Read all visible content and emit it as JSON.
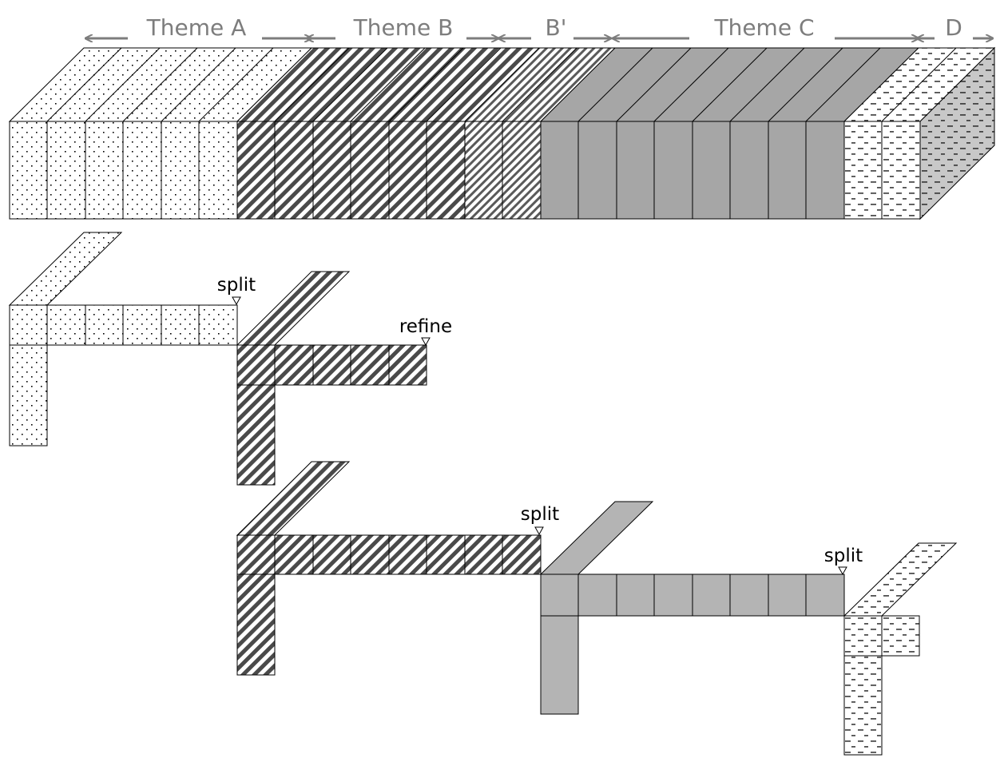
{
  "header": {
    "themes": [
      {
        "key": "a",
        "label": "Theme A",
        "pattern": "dots"
      },
      {
        "key": "b",
        "label": "Theme B",
        "pattern": "diag"
      },
      {
        "key": "bp",
        "label": "B'",
        "pattern": "diag-fine"
      },
      {
        "key": "c",
        "label": "Theme C",
        "pattern": "solid"
      },
      {
        "key": "d",
        "label": "D",
        "pattern": "dashes"
      }
    ]
  },
  "annotations": {
    "split_1": "split",
    "refine": "refine",
    "split_2": "split",
    "split_3": "split"
  },
  "colors": {
    "arrow_gray": "#7d7d7d",
    "theme_c_front": "#a6a6a6",
    "theme_c_top": "#b4b4b4",
    "stripe_dark": "#4a4a4a",
    "dot": "#000000",
    "dash": "#505050"
  }
}
